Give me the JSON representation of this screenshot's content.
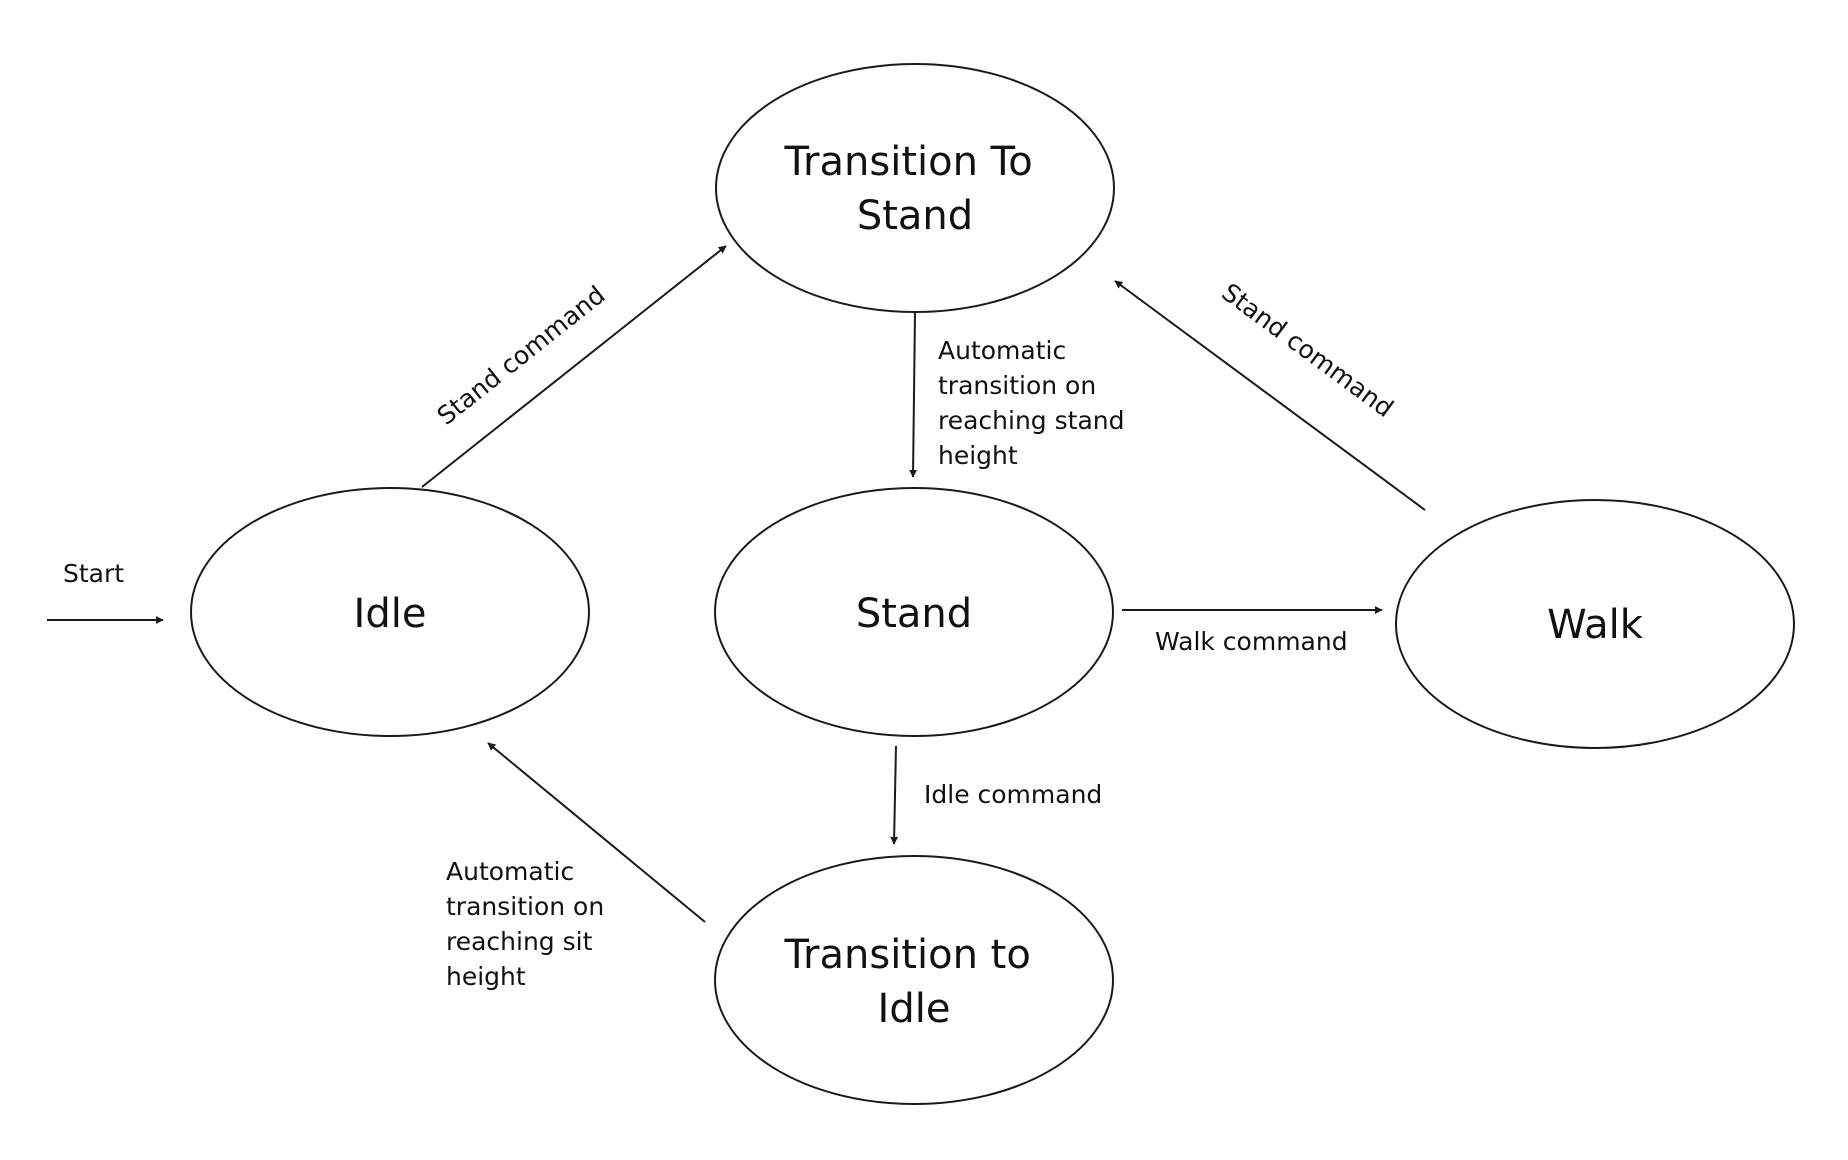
{
  "diagram": {
    "states": {
      "transition_to_stand": {
        "lines": [
          "Transition To",
          "Stand"
        ]
      },
      "idle": {
        "lines": [
          "Idle"
        ]
      },
      "stand": {
        "lines": [
          "Stand"
        ]
      },
      "walk": {
        "lines": [
          "Walk"
        ]
      },
      "transition_to_idle": {
        "lines": [
          "Transition to",
          "Idle"
        ]
      }
    },
    "transitions": {
      "start": {
        "label": "Start"
      },
      "idle_to_tts": {
        "label": "Stand command"
      },
      "walk_to_tts": {
        "label": "Stand command"
      },
      "tts_to_stand": {
        "lines": [
          "Automatic",
          "transition on",
          "reaching stand",
          "height"
        ]
      },
      "stand_to_walk": {
        "label": "Walk command"
      },
      "stand_to_tti": {
        "label": "Idle command"
      },
      "tti_to_idle": {
        "lines": [
          "Automatic",
          "transition on",
          "reaching sit",
          "height"
        ]
      }
    }
  }
}
